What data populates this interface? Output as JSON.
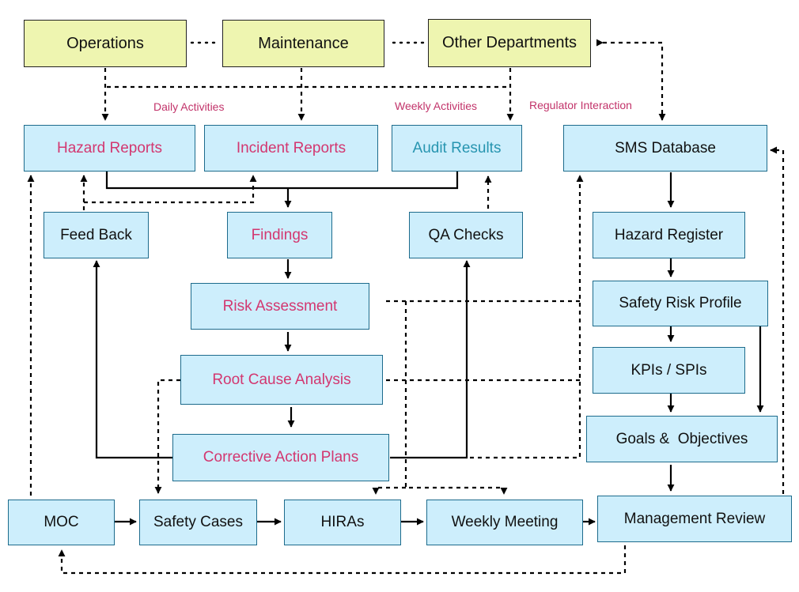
{
  "departments": {
    "operations": "Operations",
    "maintenance": "Maintenance",
    "other": "Other Departments"
  },
  "labels": {
    "daily": "Daily Activities",
    "weekly": "Weekly Activities",
    "regulator": "Regulator Interaction"
  },
  "reports": {
    "hazard": "Hazard Reports",
    "incident": "Incident Reports",
    "audit": "Audit Results"
  },
  "process": {
    "feedback": "Feed Back",
    "findings": "Findings",
    "qa_checks": "QA Checks",
    "risk_assessment": "Risk Assessment",
    "root_cause": "Root Cause Analysis",
    "corrective": "Corrective Action Plans"
  },
  "sms": {
    "database": "SMS Database",
    "hazard_register": "Hazard Register",
    "risk_profile": "Safety Risk Profile",
    "kpis": "KPIs / SPIs",
    "goals": "Goals &  Objectives",
    "management_review": "Management Review"
  },
  "bottom": {
    "moc": "MOC",
    "safety_cases": "Safety Cases",
    "hiras": "HIRAs",
    "weekly_meeting": "Weekly Meeting"
  },
  "colors": {
    "dept_fill": "#eef5b0",
    "box_fill": "#cdeefc",
    "box_border": "#1d6b8c",
    "pink_text": "#d33770",
    "teal_text": "#2795b0",
    "label_text": "#c2336a"
  }
}
